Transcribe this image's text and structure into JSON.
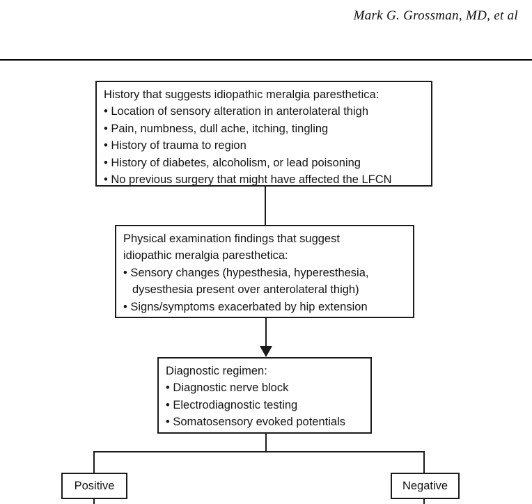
{
  "header": {
    "running_head": "Mark G. Grossman, MD, et al"
  },
  "flowchart": {
    "type": "diagram",
    "orientation": "top-down",
    "nodes": [
      {
        "id": "history",
        "title": "History that suggests idiopathic meralgia paresthetica:",
        "items": [
          "• Location of sensory alteration in anterolateral thigh",
          "• Pain, numbness, dull ache, itching, tingling",
          "• History of trauma to region",
          "• History of diabetes, alcoholism, or lead poisoning",
          "• No previous surgery that might have affected the LFCN"
        ]
      },
      {
        "id": "physical",
        "title_line1": "Physical examination findings that suggest",
        "title_line2": "idiopathic meralgia paresthetica:",
        "items": [
          "• Sensory changes (hypesthesia, hyperesthesia,",
          "dysesthesia present over anterolateral thigh)",
          "• Signs/symptoms exacerbated by hip extension"
        ]
      },
      {
        "id": "diagnostic",
        "title": "Diagnostic regimen:",
        "items": [
          "• Diagnostic nerve block",
          "• Electrodiagnostic testing",
          "• Somatosensory evoked potentials"
        ]
      }
    ],
    "outcomes": {
      "positive_label": "Positive",
      "negative_label": "Negative"
    },
    "colors": {
      "box_border": "#1b1b1b",
      "box_fill": "#ffffff",
      "text": "#141414",
      "rule": "#000000"
    }
  }
}
